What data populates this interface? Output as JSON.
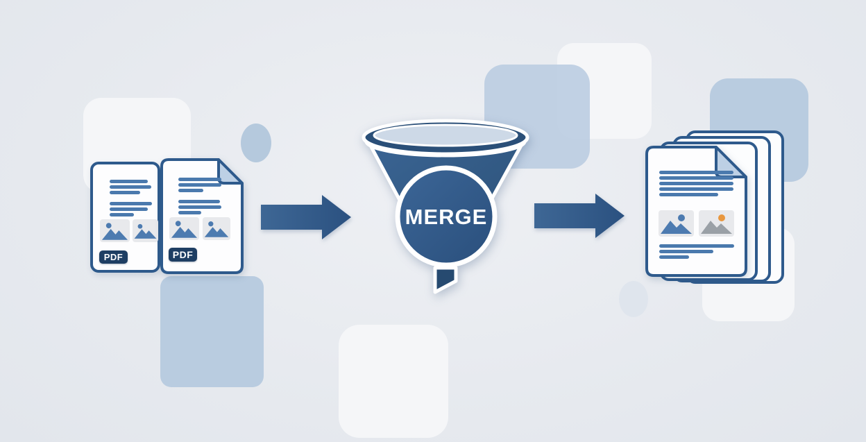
{
  "illustration": {
    "funnel_label": "MERGE",
    "source_documents": [
      {
        "badge_label": "PDF"
      },
      {
        "badge_label": "PDF"
      }
    ],
    "output_stack": {
      "page_count": 4
    }
  },
  "colors": {
    "primary_blue": "#2e5a8c",
    "badge_navy": "#1e3e63",
    "text_line_blue": "#4a79ad",
    "soft_blue_square": "#b9cce0",
    "soft_white_square": "#f5f6f8",
    "funnel_mouth_light": "#cdd9e7",
    "gray_mountain": "#9aa0a6",
    "accent_orange": "#e8973f"
  }
}
